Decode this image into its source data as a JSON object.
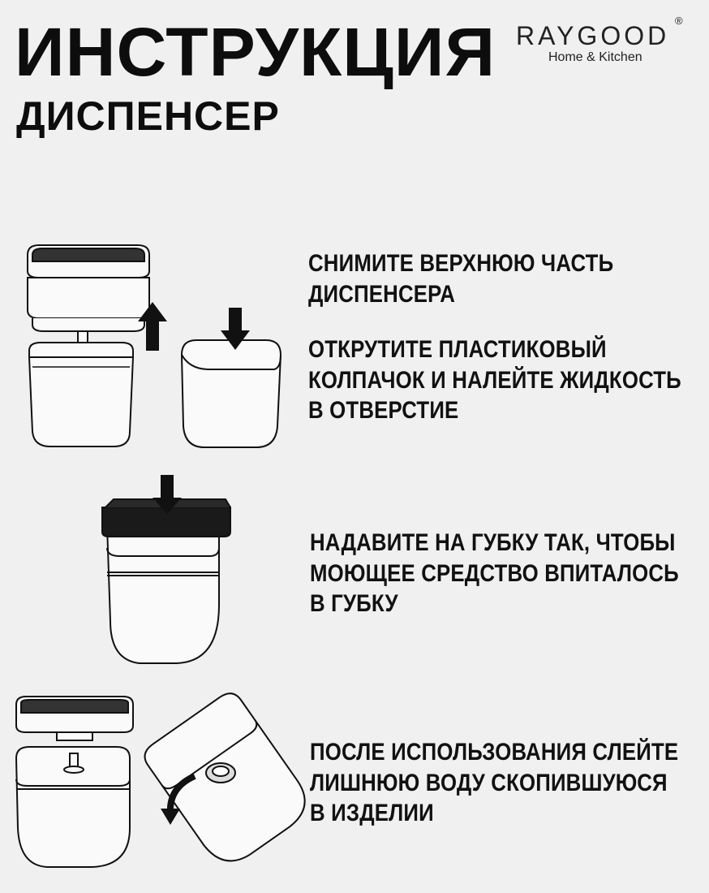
{
  "header": {
    "title": "ИНСТРУКЦИЯ",
    "subtitle": "ДИСПЕНСЕР"
  },
  "brand": {
    "name": "RAYGOOD",
    "registered_mark": "®",
    "tagline": "Home & Kitchen",
    "accent_color": "#d42a2a"
  },
  "steps": [
    {
      "lines": [
        "СНИМИТЕ ВЕРХНЮЮ ЧАСТЬ",
        "ДИСПЕНСЕРА"
      ]
    },
    {
      "lines": [
        "ОТКРУТИТЕ ПЛАСТИКОВЫЙ",
        "КОЛПАЧОК И НАЛЕЙТЕ ЖИДКОСТЬ",
        "В ОТВЕРСТИЕ"
      ]
    },
    {
      "lines": [
        "НАДАВИТЕ НА ГУБКУ ТАК, ЧТОБЫ",
        "МОЮЩЕЕ СРЕДСТВО ВПИТАЛОСЬ",
        "В ГУБКУ"
      ]
    },
    {
      "lines": [
        "ПОСЛЕ ИСПОЛЬЗОВАНИЯ СЛЕЙТЕ",
        "ЛИШНЮЮ ВОДУ СКОПИВШУЮСЯ",
        "В ИЗДЕЛИИ"
      ]
    }
  ],
  "icons": {
    "up_arrow": "arrow-up-icon",
    "down_arrow": "arrow-down-icon",
    "pour_arrow": "curved-arrow-icon"
  }
}
